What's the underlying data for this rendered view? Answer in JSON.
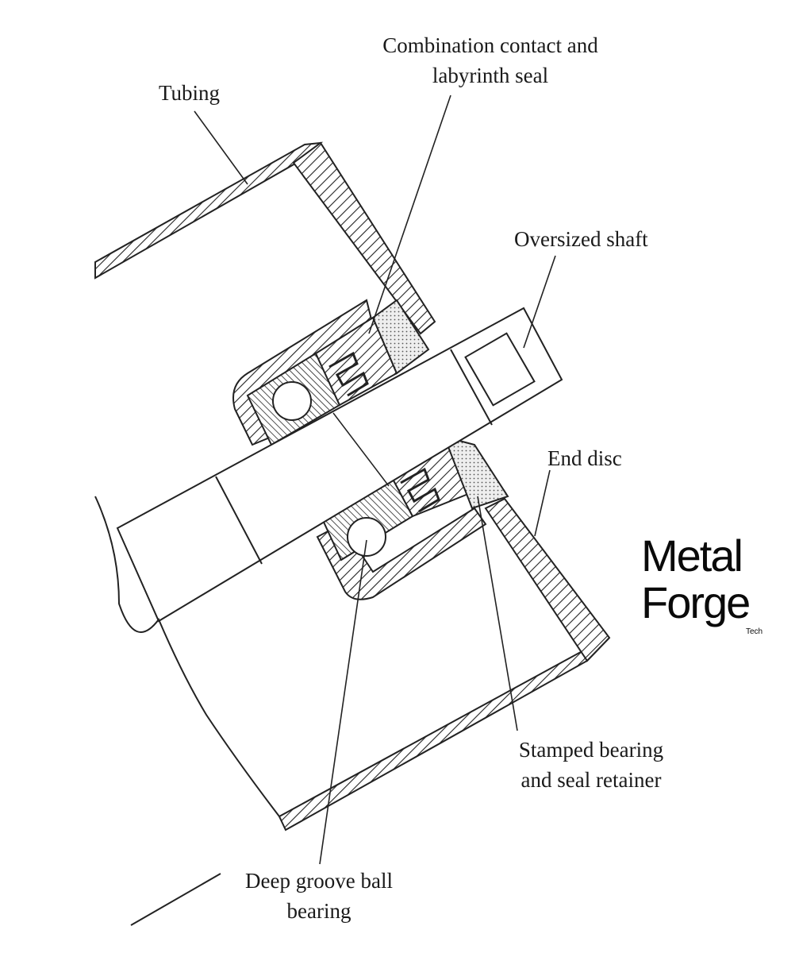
{
  "labels": {
    "tubing": "Tubing",
    "seal_line1": "Combination contact and",
    "seal_line2": "labyrinth seal",
    "shaft": "Oversized shaft",
    "end_disc": "End disc",
    "retainer_line1": "Stamped bearing",
    "retainer_line2": "and seal retainer",
    "bearing_line1": "Deep groove ball",
    "bearing_line2": "bearing"
  },
  "logo": {
    "line1": "Metal",
    "line2": "Forge",
    "line3": "Tech"
  },
  "colors": {
    "ink": "#1a1a1a",
    "paper": "#ffffff"
  }
}
